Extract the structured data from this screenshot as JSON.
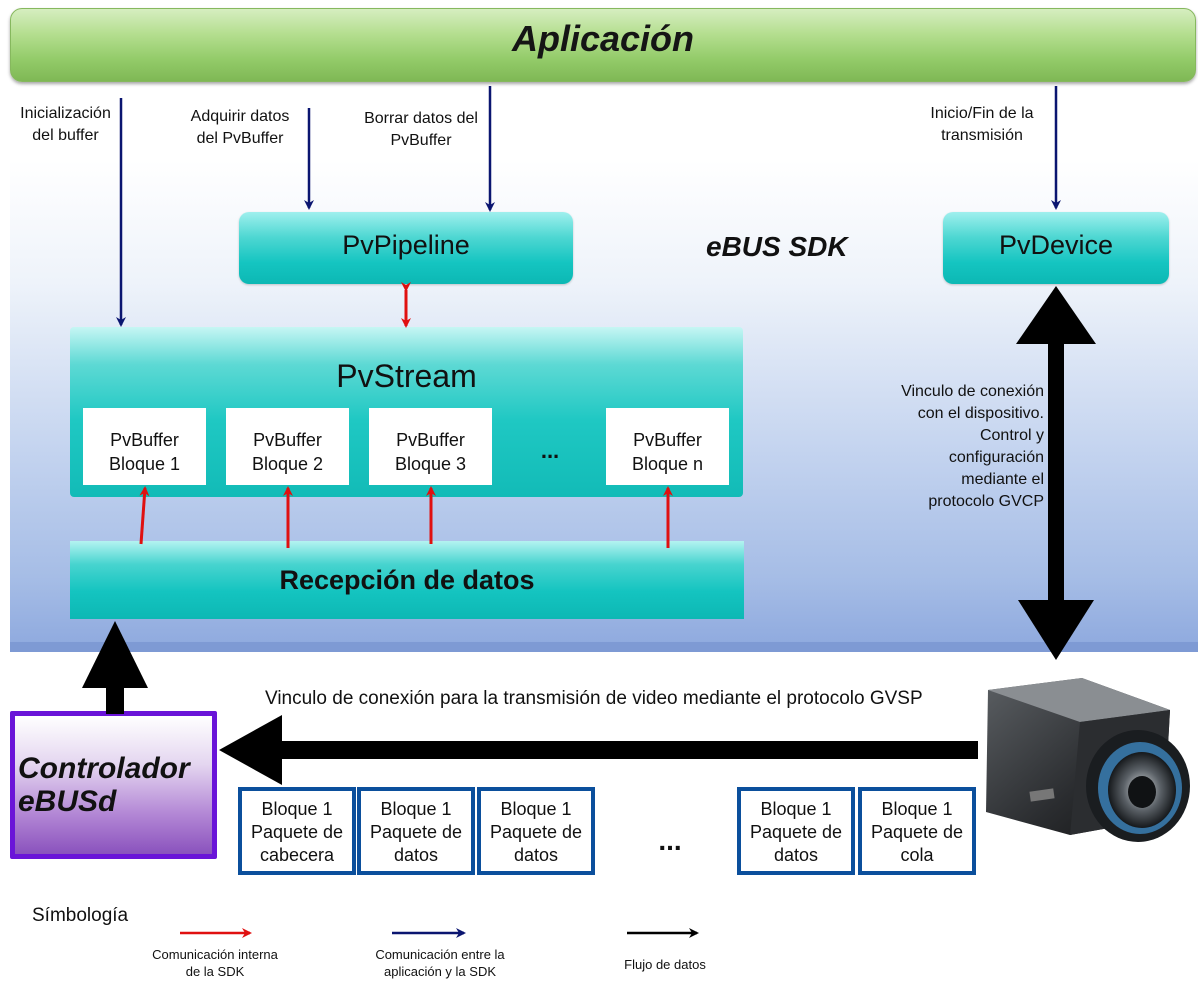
{
  "application": {
    "title": "Aplicación"
  },
  "sdk": {
    "label": "eBUS SDK"
  },
  "components": {
    "pvpipeline": "PvPipeline",
    "pvdevice": "PvDevice",
    "pvstream": "PvStream",
    "reception": "Recepción de datos",
    "driver": "Controlador eBUSd"
  },
  "buffers": [
    {
      "line1": "PvBuffer",
      "line2": "Bloque 1"
    },
    {
      "line1": "PvBuffer",
      "line2": "Bloque 2"
    },
    {
      "line1": "PvBuffer",
      "line2": "Bloque 3"
    },
    {
      "line1": "PvBuffer",
      "line2": "Bloque n"
    }
  ],
  "buffer_ellipsis": "...",
  "annotations": {
    "buffer_init": "Inicialización del buffer",
    "acquire": "Adquirir datos del PvBuffer",
    "delete": "Borrar datos del PvBuffer",
    "start_stop": "Inicio/Fin de la transmisión",
    "device_link": "Vinculo de conexión con el dispositivo. Control y configuración mediante el protocolo GVCP",
    "stream_link": "Vinculo de conexión para la transmisión de video mediante el protocolo GVSP"
  },
  "packets": [
    {
      "line1": "Bloque 1",
      "line2": "Paquete de",
      "line3": "cabecera"
    },
    {
      "line1": "Bloque 1",
      "line2": "Paquete de",
      "line3": "datos"
    },
    {
      "line1": "Bloque 1",
      "line2": "Paquete de",
      "line3": "datos"
    },
    {
      "line1": "Bloque 1",
      "line2": "Paquete de",
      "line3": "datos"
    },
    {
      "line1": "Bloque 1",
      "line2": "Paquete de",
      "line3": "cola"
    }
  ],
  "packet_ellipsis": "...",
  "legend": {
    "title": "Símbología",
    "items": [
      {
        "label": "Comunicación interna de la SDK",
        "color": "#e01010"
      },
      {
        "label": "Comunicación entre la aplicación y la SDK",
        "color": "#0a1570"
      },
      {
        "label": "Flujo de datos",
        "color": "#000000"
      }
    ]
  },
  "colors": {
    "application_green": "#93cb69",
    "sdk_blue": "#a6bde6",
    "component_teal": "#15c5c1",
    "driver_purple": "#6a14d8",
    "packet_border": "#0b4f9c"
  },
  "icons": {
    "camera": "camera-icon"
  }
}
